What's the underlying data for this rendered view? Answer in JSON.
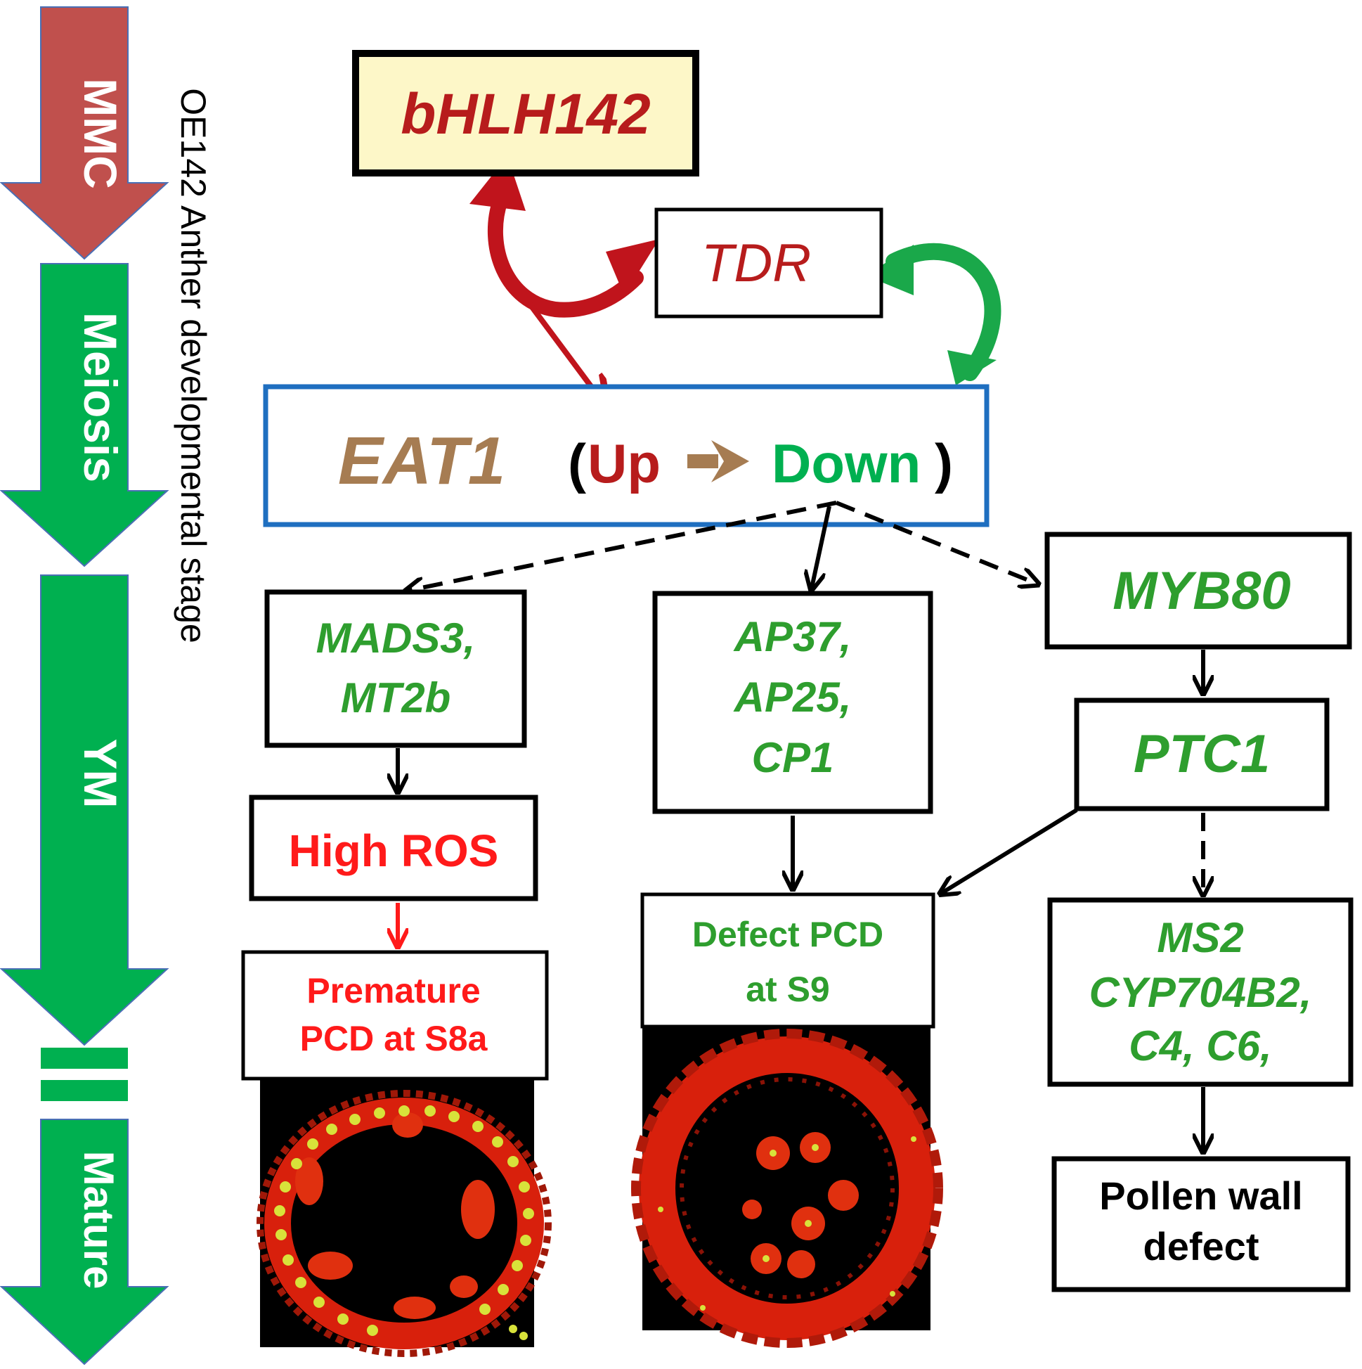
{
  "stage_label": "OE142 Anther developmental stage",
  "stages": [
    {
      "label": "MMC",
      "color": "#c0504d"
    },
    {
      "label": "Meiosis",
      "color": "#00b050"
    },
    {
      "label": "YM",
      "color": "#00b050"
    },
    {
      "label": "Mature",
      "color": "#00b050"
    }
  ],
  "nodes": {
    "bhlh142": "bHLH142",
    "tdr": "TDR",
    "eat1": {
      "gene": "EAT1",
      "open_paren": "(",
      "up": "Up",
      "down": "Down",
      "close_paren": ")"
    },
    "mads3": {
      "line1": "MADS3,",
      "line2": "MT2b"
    },
    "ap37": {
      "line1": "AP37,",
      "line2": "AP25,",
      "line3": "CP1"
    },
    "myb80": "MYB80",
    "ptc1": "PTC1",
    "high_ros": "High ROS",
    "premature_pcd": {
      "line1": "Premature",
      "line2": "PCD at S8a"
    },
    "defect_pcd": {
      "line1": "Defect PCD",
      "line2": "at S9"
    },
    "ms2": {
      "line1": "MS2",
      "line2": "CYP704B2,",
      "line3": "C4, C6,"
    },
    "pollen_wall": {
      "line1": "Pollen wall",
      "line2": "defect"
    }
  },
  "colors": {
    "dark_red": "#b71c1c",
    "red": "#ff1a1a",
    "green": "#2e9e2e",
    "bright_green": "#00b050",
    "brown": "#a67c52",
    "blue_border": "#1f6fc0",
    "bhlh_fill": "#fdf7c8"
  }
}
